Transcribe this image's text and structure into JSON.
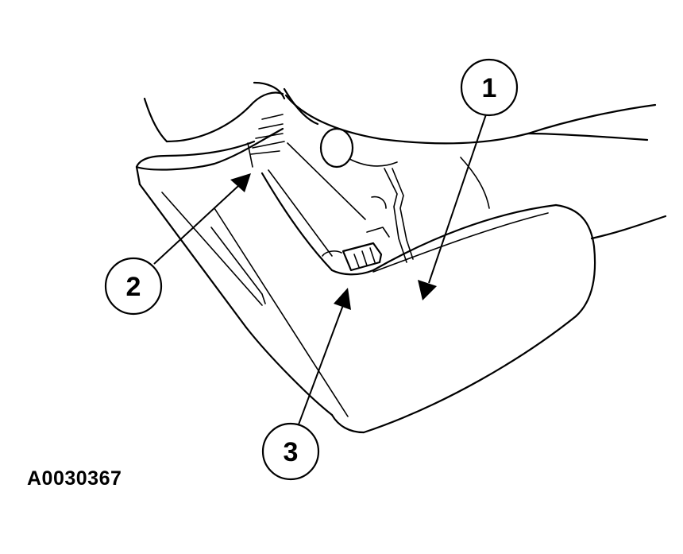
{
  "figure_id": "A0030367",
  "callouts": [
    {
      "label": "1"
    },
    {
      "label": "2"
    },
    {
      "label": "3"
    }
  ],
  "line_color": "#000000",
  "background_color": "#ffffff"
}
